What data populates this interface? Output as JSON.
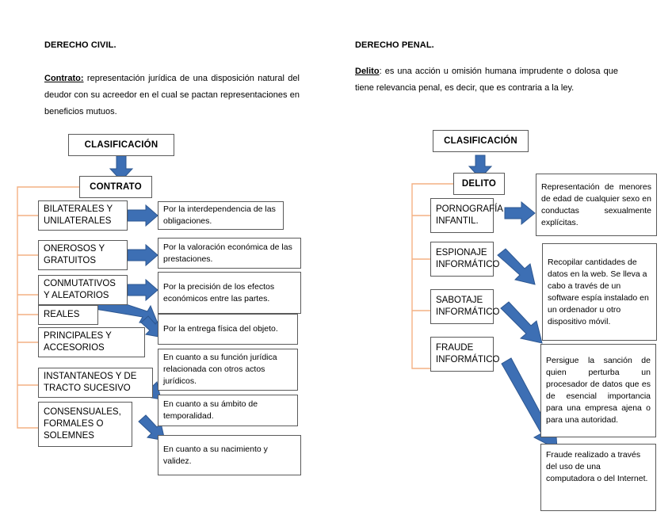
{
  "document": {
    "title": "Derecho Civil y Derecho Penal - Clasificación"
  },
  "left_column": {
    "heading": "DERECHO CIVIL.",
    "definition_term": "Contrato:",
    "definition_text": " representación jurídica de una disposición natural del deudor con su acreedor en el cual se pactan representaciones en beneficios mutuos.",
    "root_label": "CLASIFICACIÓN",
    "subject_label": "CONTRATO",
    "categories": [
      {
        "label": "BILATERALES Y UNILATERALES"
      },
      {
        "label": "ONEROSOS Y GRATUITOS"
      },
      {
        "label": "CONMUTATIVOS Y ALEATORIOS"
      },
      {
        "label": "REALES"
      },
      {
        "label": "PRINCIPALES Y ACCESORIOS"
      },
      {
        "label": "INSTANTANEOS Y DE TRACTO SUCESIVO"
      },
      {
        "label": "CONSENSUALES, FORMALES O SOLEMNES"
      }
    ],
    "descriptions": [
      {
        "text": "Por la interdependencia de las obligaciones."
      },
      {
        "text": "Por la valoración económica de las prestaciones."
      },
      {
        "text": "Por la precisión de los efectos económicos entre las partes."
      },
      {
        "text": "Por la entrega física del objeto."
      },
      {
        "text": "En cuanto a su función jurídica relacionada con otros actos jurídicos."
      },
      {
        "text": "En cuanto a su ámbito de temporalidad."
      },
      {
        "text": " En cuanto a su nacimiento y validez."
      }
    ]
  },
  "right_column": {
    "heading": "DERECHO PENAL.",
    "definition_term": "Delito",
    "definition_text": ": es una acción u omisión humana imprudente o dolosa que tiene relevancia penal, es decir, que es contraria a la ley.",
    "root_label": "CLASIFICACIÓN",
    "subject_label": "DELITO",
    "categories": [
      {
        "label": "PORNOGRAFÍA INFANTIL."
      },
      {
        "label": "ESPIONAJE INFORMÁTICO"
      },
      {
        "label": "SABOTAJE INFORMÁTICO"
      },
      {
        "label": "FRAUDE INFORMÁTICO"
      }
    ],
    "descriptions": [
      {
        "text": "Representación de menores de edad de cualquier sexo en conductas sexualmente explícitas."
      },
      {
        "text": "Recopilar cantidades de datos en la web. Se lleva a cabo a través de un software espía instalado en un ordenador u otro dispositivo móvil."
      },
      {
        "text": "Persigue la sanción de quien perturba un procesador de datos que es de esencial importancia para una empresa ajena o para una autoridad."
      },
      {
        "text": "Fraude realizado a través del uso de una computadora o del Internet."
      }
    ]
  },
  "style_colors": {
    "arrow_fill": "#3d6fb4",
    "arrow_stroke": "#2d5791",
    "bracket_line": "#f4b183",
    "box_border": "#5a5a5a",
    "text": "#000000",
    "background": "#ffffff"
  }
}
